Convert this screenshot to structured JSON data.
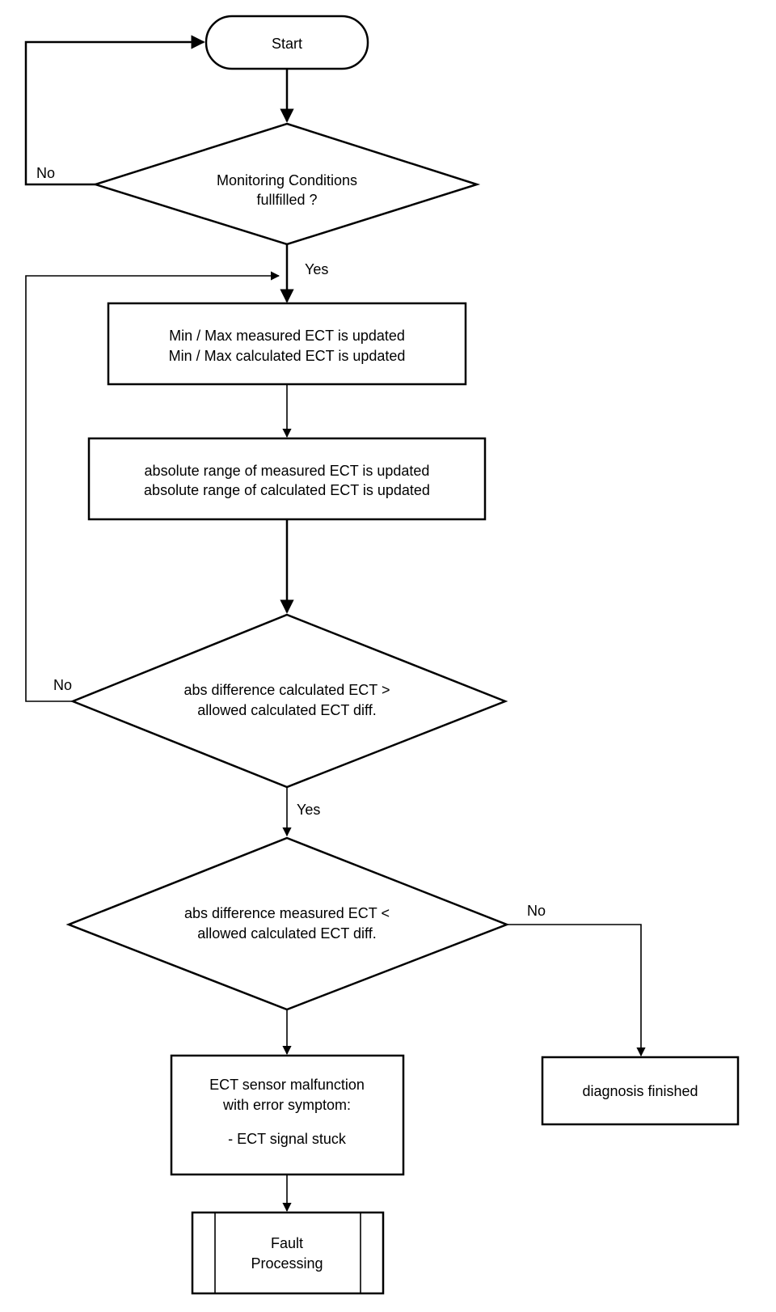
{
  "start": {
    "label": "Start"
  },
  "decision_monitoring": {
    "line1": "Monitoring Conditions",
    "line2": "fullfilled ?"
  },
  "edge_labels": {
    "monitoring_no": "No",
    "monitoring_yes": "Yes",
    "calc_diff_no": "No",
    "calc_diff_yes": "Yes",
    "meas_diff_no": "No"
  },
  "process_minmax": {
    "line1": "Min / Max measured ECT is updated",
    "line2": "Min / Max calculated ECT is updated"
  },
  "process_range": {
    "line1": "absolute range of measured ECT is updated",
    "line2": "absolute range of calculated ECT is updated"
  },
  "decision_calc_diff": {
    "line1": "abs difference calculated ECT  >",
    "line2": "allowed calculated ECT diff."
  },
  "decision_meas_diff": {
    "line1": "abs difference measured ECT  <",
    "line2": "allowed calculated ECT diff."
  },
  "process_malfunction": {
    "line1": "ECT sensor malfunction",
    "line2": "with error symptom:",
    "line3": "- ECT signal stuck"
  },
  "process_finished": {
    "label": "diagnosis finished"
  },
  "subprocess_fault": {
    "line1": "Fault",
    "line2": "Processing"
  }
}
